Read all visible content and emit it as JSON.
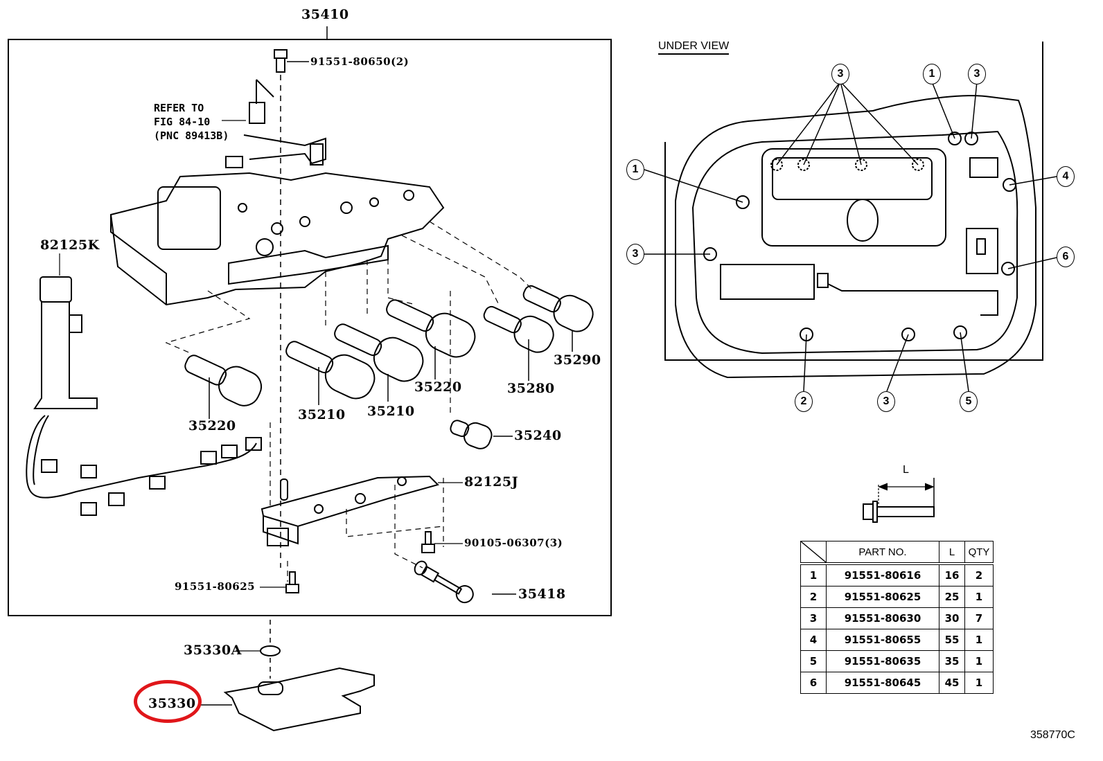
{
  "diagram": {
    "assembly_label": "35410",
    "figure_id": "358770C",
    "highlight_color": "#e0161a",
    "highlighted_part": "35330",
    "callouts": {
      "bolt_top": "91551-80650(2)",
      "refer_line1": "REFER TO",
      "refer_line2": "FIG 84-10",
      "refer_line3": "(PNC 89413B)",
      "harness": "82125K",
      "solenoid_left": "35220",
      "solenoid_a": "35210",
      "solenoid_b": "35210",
      "solenoid_c": "35220",
      "solenoid_d": "35280",
      "solenoid_e": "35290",
      "solenoid_small": "35240",
      "bracket": "82125J",
      "bolt_bracket": "90105-06307(3)",
      "bolt_lower": "91551-80625",
      "detent": "35418",
      "oring": "35330A",
      "strainer": "35330"
    }
  },
  "under_view": {
    "title": "UNDER VIEW",
    "bolt_markers": [
      "3",
      "1",
      "3",
      "1",
      "4",
      "3",
      "6",
      "2",
      "3",
      "5"
    ],
    "length_label": "L"
  },
  "bolt_table": {
    "headers": [
      "PART NO.",
      "L",
      "QTY"
    ],
    "rows": [
      {
        "no": "1",
        "part": "91551-80616",
        "l": "16",
        "qty": "2"
      },
      {
        "no": "2",
        "part": "91551-80625",
        "l": "25",
        "qty": "1"
      },
      {
        "no": "3",
        "part": "91551-80630",
        "l": "30",
        "qty": "7"
      },
      {
        "no": "4",
        "part": "91551-80655",
        "l": "55",
        "qty": "1"
      },
      {
        "no": "5",
        "part": "91551-80635",
        "l": "35",
        "qty": "1"
      },
      {
        "no": "6",
        "part": "91551-80645",
        "l": "45",
        "qty": "1"
      }
    ]
  }
}
